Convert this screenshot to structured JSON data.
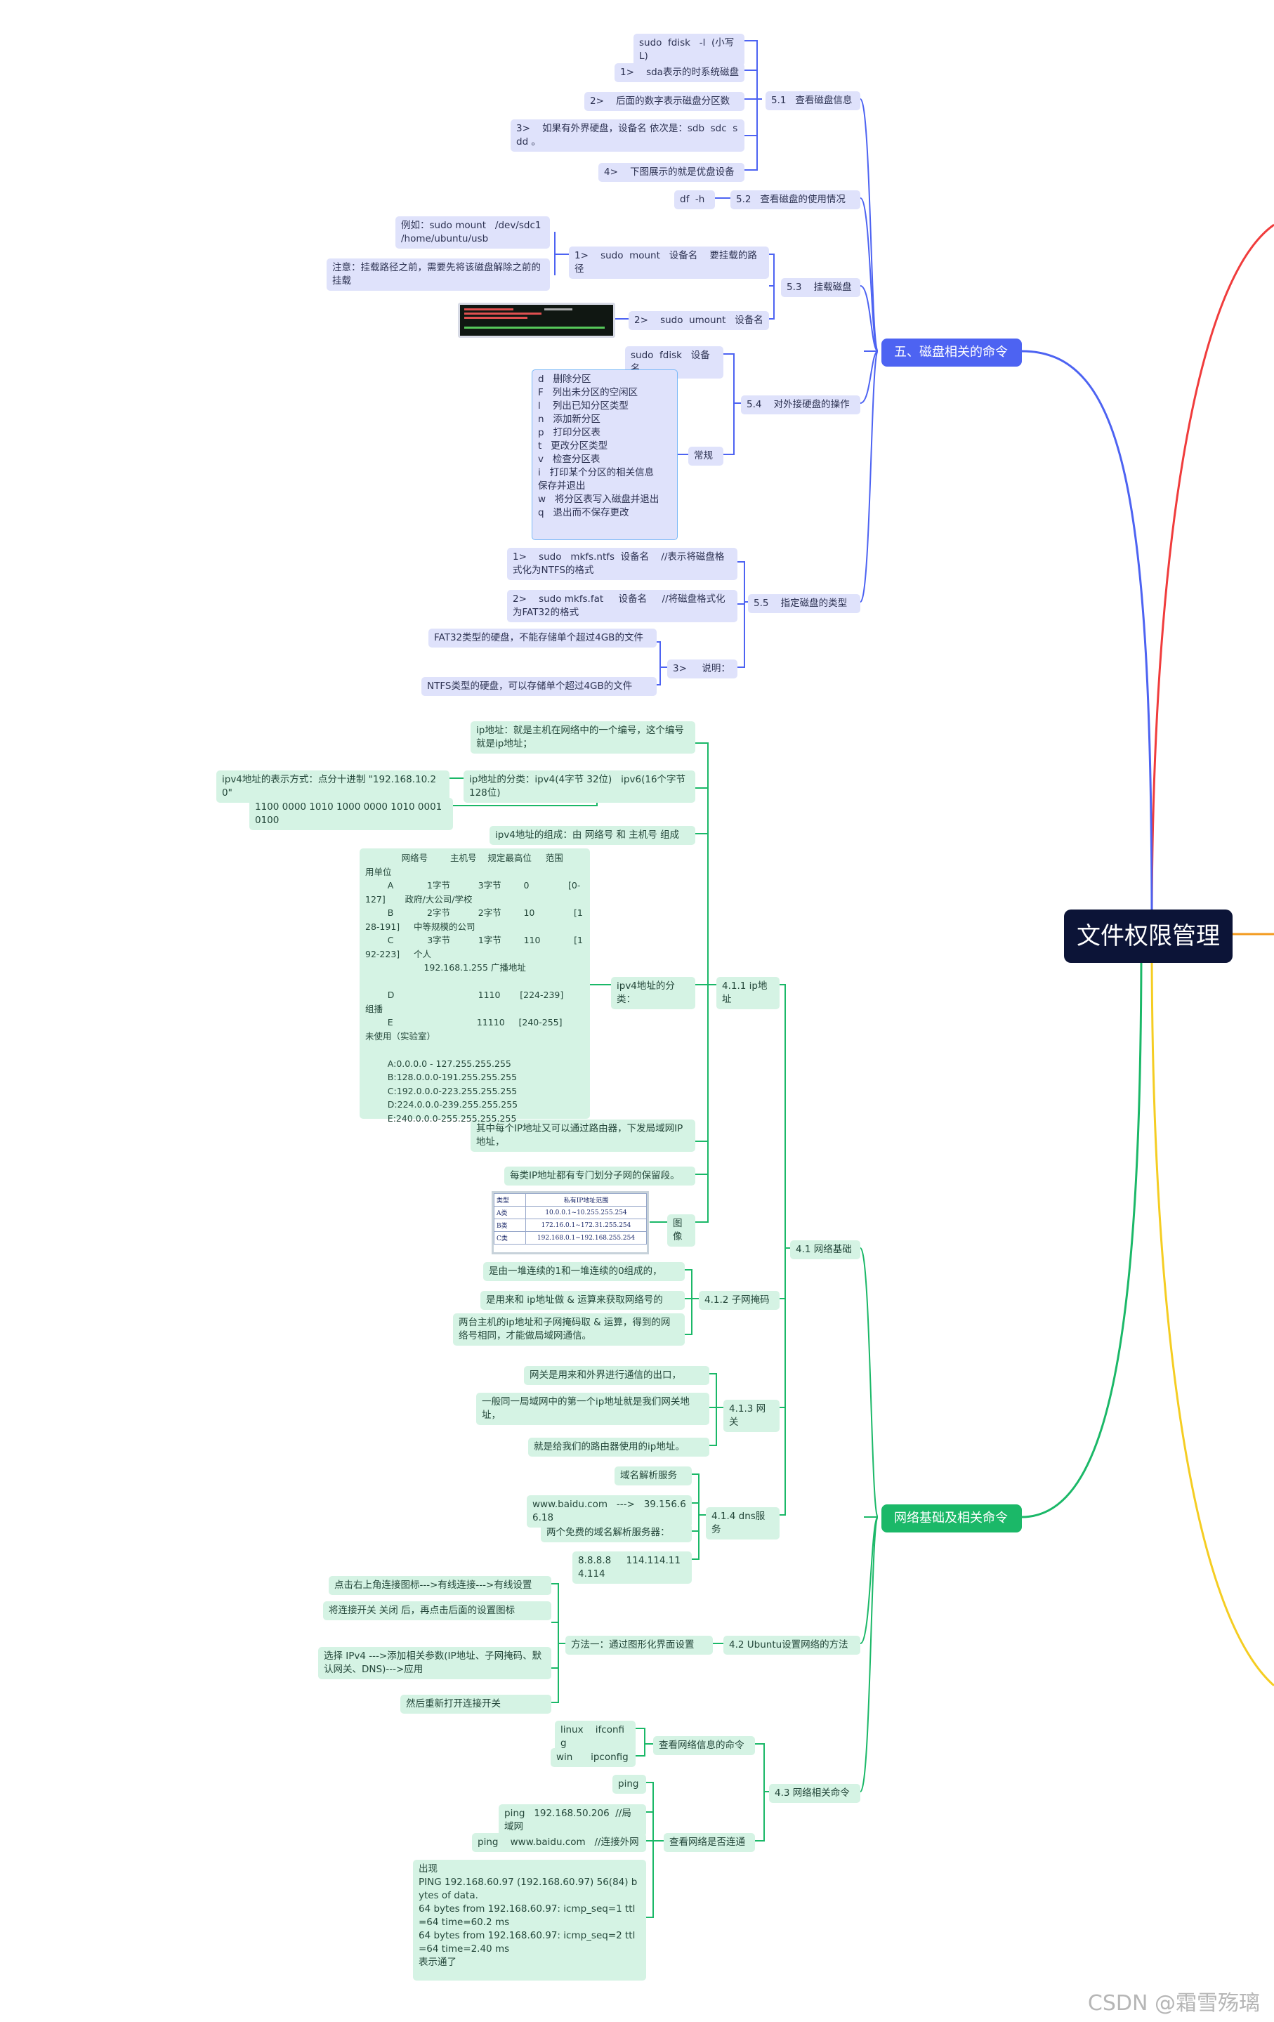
{
  "root": "文件权限管理",
  "branches": {
    "disk": "五、磁盘相关的命令",
    "net": "网络基础及相关命令"
  },
  "disk": {
    "s51": "5.1   查看磁盘信息",
    "s51_items": [
      "sudo  fdisk   -l  (小写L)",
      "1>    sda表示的时系统磁盘",
      "2>    后面的数字表示磁盘分区数",
      "3>    如果有外界硬盘，设备名 依次是：sdb  sdc  sdd 。",
      "4>    下图展示的就是优盘设备"
    ],
    "s52": "5.2   查看磁盘的使用情况",
    "s52_cmd": "df  -h",
    "s53": "5.3    挂载磁盘",
    "s53_mount": "1>    sudo  mount   设备名    要挂载的路径",
    "s53_example": "例如：sudo mount   /dev/sdc1  /home/ubuntu/usb",
    "s53_note": "注意：挂载路径之前，需要先将该磁盘解除之前的挂载",
    "s53_umount": "2>    sudo  umount   设备名",
    "s54": "5.4    对外接硬盘的操作",
    "s54_cmd": "sudo  fdisk   设备名",
    "s54_common": "常规",
    "s54_list": "d   删除分区\nF   列出未分区的空闲区\nl    列出已知分区类型\nn   添加新分区\np   打印分区表\nt   更改分区类型\nv   检查分区表\ni   打印某个分区的相关信息\n保存并退出\nw   将分区表写入磁盘并退出\nq   退出而不保存更改",
    "s55": "5.5    指定磁盘的类型",
    "s55_items": [
      "1>    sudo   mkfs.ntfs  设备名    //表示将磁盘格式化为NTFS的格式",
      "2>    sudo mkfs.fat     设备名     //将磁盘格式化为FAT32的格式"
    ],
    "s55_explain": "3>     说明：",
    "s55_explain_items": [
      "FAT32类型的硬盘，不能存储单个超过4GB的文件",
      "NTFS类型的硬盘，可以存储单个超过4GB的文件"
    ]
  },
  "net": {
    "s41": "4.1 网络基础",
    "s411": "4.1.1 ip地址",
    "s411_items": [
      "ip地址：就是主机在网络中的一个编号，这个编号就是ip地址；",
      "ip地址的分类：ipv4(4字节 32位)   ipv6(16个字节  128位)",
      "ipv4地址的组成：由 网络号 和 主机号 组成",
      "ipv4地址的分类：",
      "其中每个IP地址又可以通过路由器，下发局域网IP地址，",
      "每类IP地址都有专门划分子网的保留段。",
      "图像"
    ],
    "ipv4_repr": "ipv4地址的表示方式：点分十进制 \"192.168.10.20\"",
    "ipv4_bin": "1100 0000 1010 1000 0000 1010 0001 0100",
    "ipv4_class_table": "             网络号        主机号    规定最高位     范围          用单位\n        A            1字节          3字节        0              [0-127]       政府/大公司/学校\n        B            2字节          2字节        10              [128-191]     中等规模的公司\n        C            3字节          1字节        110            [192-223]     个人\n                     192.168.1.255 广播地址\n\n        D                              1110       [224-239]     组播\n        E                              11110     [240-255]     未使用（实验室）\n\n        A:0.0.0.0 - 127.255.255.255\n        B:128.0.0.0-191.255.255.255\n        C:192.0.0.0-223.255.255.255\n        D:224.0.0.0-239.255.255.255\n        E:240.0.0.0-255.255.255.255",
    "table_img": {
      "header": [
        "类型",
        "私有IP地址范围"
      ],
      "rows": [
        [
          "A类",
          "10.0.0.1~10.255.255.254"
        ],
        [
          "B类",
          "172.16.0.1~172.31.255.254"
        ],
        [
          "C类",
          "192.168.0.1~192.168.255.254"
        ]
      ]
    },
    "s412": "4.1.2 子网掩码",
    "s412_items": [
      "是由一堆连续的1和一堆连续的0组成的，",
      "是用来和 ip地址做 & 运算来获取网络号的",
      "两台主机的ip地址和子网掩码取 & 运算，得到的网络号相同，才能做局域网通信。"
    ],
    "s413": "4.1.3 网关",
    "s413_items": [
      "网关是用来和外界进行通信的出口，",
      "一般同一局域网中的第一个ip地址就是我们网关地址，",
      "就是给我们的路由器使用的ip地址。"
    ],
    "s414": "4.1.4 dns服务",
    "s414_items": [
      "域名解析服务",
      "www.baidu.com   --->   39.156.66.18",
      "两个免费的域名解析服务器：",
      "8.8.8.8     114.114.114.114"
    ],
    "s42": "4.2 Ubuntu设置网络的方法",
    "s42_method": "方法一：通过图形化界面设置",
    "s42_items": [
      "点击右上角连接图标--->有线连接--->有线设置",
      "将连接开关 关闭 后，再点击后面的设置图标",
      "选择 IPv4 --->添加相关参数(IP地址、子网掩码、默认网关、DNS)--->应用",
      "然后重新打开连接开关"
    ],
    "s43": "4.3 网络相关命令",
    "s43_info": "查看网络信息的命令",
    "s43_info_items": [
      "linux    ifconfig",
      "win      ipconfig"
    ],
    "s43_ping": "查看网络是否连通",
    "s43_ping_items": [
      "ping",
      "ping   192.168.50.206  //局域网",
      "ping    www.baidu.com   //连接外网"
    ],
    "s43_output": "出现\nPING 192.168.60.97 (192.168.60.97) 56(84) bytes of data.\n64 bytes from 192.168.60.97: icmp_seq=1 ttl=64 time=60.2 ms\n64 bytes from 192.168.60.97: icmp_seq=2 ttl=64 time=2.40 ms\n表示通了"
  },
  "watermark": "CSDN @霜雪殇璃",
  "colors": {
    "root": "#0c1437",
    "disk_branch": "#4d63f2",
    "net_branch": "#1bb868",
    "disk_node": "#dfe2fb",
    "net_node": "#d5f3e4",
    "red_branch": "#f03c3c",
    "orange_branch": "#f39a1c",
    "yellow_branch": "#f5cd22"
  }
}
